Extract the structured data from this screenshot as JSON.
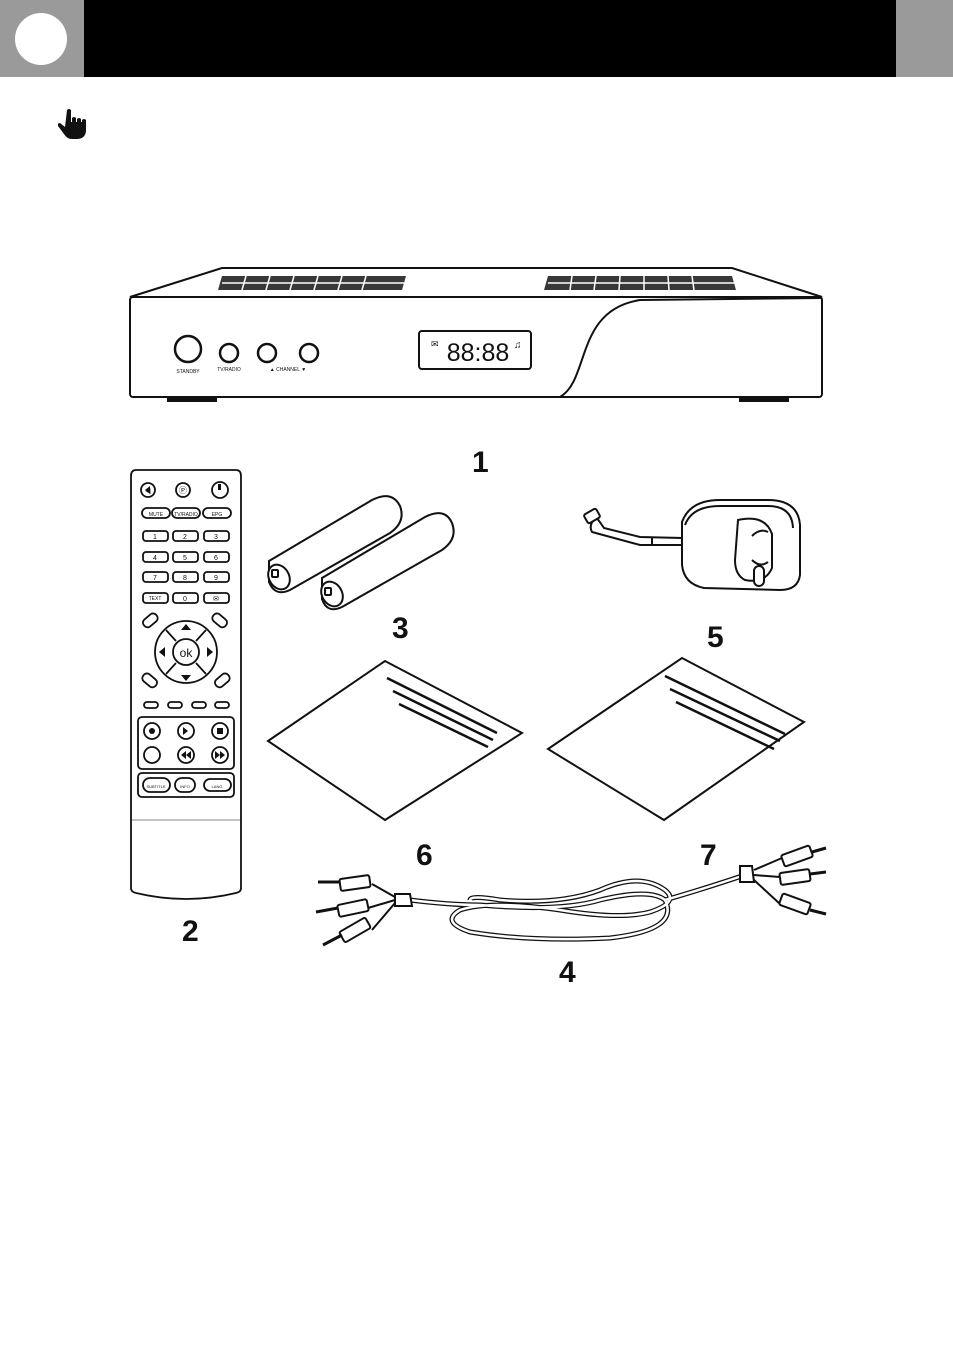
{
  "header": {
    "accent_color": "#9a9a9a",
    "bar_color": "#000000"
  },
  "note_icon": "pointing-hand-icon",
  "receiver": {
    "button_labels": [
      "STANDBY",
      "TV/RADIO",
      "▲ CHANNEL ▼"
    ],
    "display_text": "88:88"
  },
  "remote": {
    "top_row": [
      "◁",
      "Ⓟ",
      "⏻"
    ],
    "func_row": [
      "MUTE",
      "TV/RADIO",
      "EPG"
    ],
    "numpad": [
      "1",
      "2",
      "3",
      "4",
      "5",
      "6",
      "7",
      "8",
      "9",
      "TEXT",
      "0",
      "✉"
    ],
    "ok_label": "ok",
    "bottom_buttons": [
      "SUBTITLE",
      "INFO",
      "LANG"
    ]
  },
  "items": [
    {
      "number": "1",
      "name": "receiver"
    },
    {
      "number": "2",
      "name": "remote-control"
    },
    {
      "number": "3",
      "name": "batteries"
    },
    {
      "number": "4",
      "name": "rca-cable"
    },
    {
      "number": "5",
      "name": "power-adapter"
    },
    {
      "number": "6",
      "name": "manual"
    },
    {
      "number": "7",
      "name": "warranty-card"
    }
  ]
}
